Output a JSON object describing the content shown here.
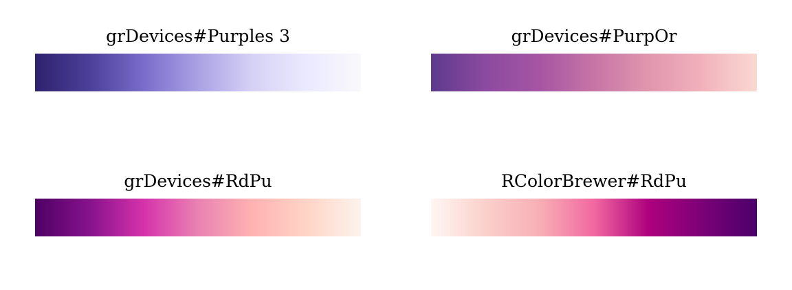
{
  "palettes": [
    {
      "title": "grDevices#Purples 3",
      "colors": [
        "#2e216d",
        "#4b3f99",
        "#7a6ccb",
        "#aaa1e4",
        "#d6d1f5",
        "#ebe9fe",
        "#f9f9fc"
      ]
    },
    {
      "title": "grDevices#PurpOr",
      "colors": [
        "#5d3a8c",
        "#8b4aa0",
        "#a655a3",
        "#c775a6",
        "#e196ae",
        "#f1b2bc",
        "#fad9d2"
      ]
    },
    {
      "title": "grDevices#RdPu",
      "colors": [
        "#4e0064",
        "#86128b",
        "#d532ab",
        "#ea82b2",
        "#ffb2b2",
        "#ffd4c6",
        "#fcf3ed"
      ]
    },
    {
      "title": "RColorBrewer#RdPu",
      "colors": [
        "#fff6f3",
        "#fbd0cb",
        "#f8afb6",
        "#f268a0",
        "#ae017e",
        "#7a0177",
        "#4a006a"
      ]
    }
  ]
}
